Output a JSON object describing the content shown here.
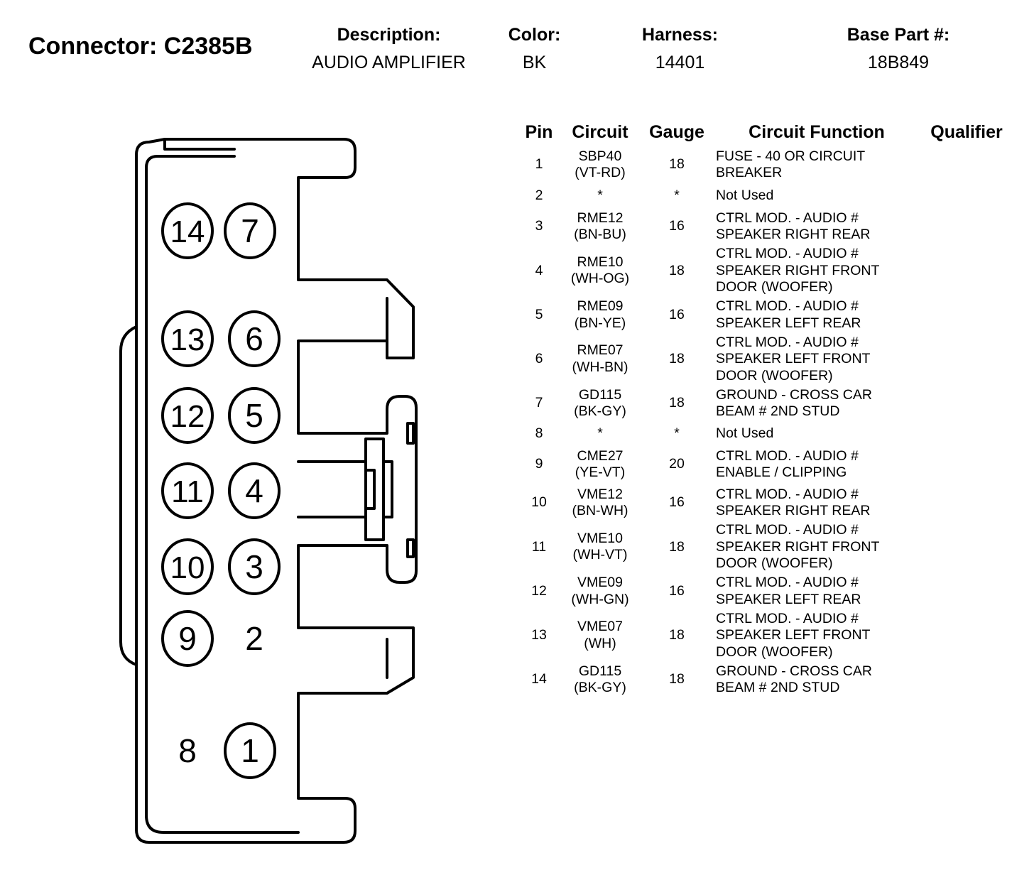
{
  "header": {
    "connector_title": "Connector: C2385B",
    "description_label": "Description:",
    "description_value": "AUDIO AMPLIFIER",
    "color_label": "Color:",
    "color_value": "BK",
    "harness_label": "Harness:",
    "harness_value": "14401",
    "base_part_label": "Base Part #:",
    "base_part_value": "18B849"
  },
  "table": {
    "columns": [
      "Pin",
      "Circuit",
      "Gauge",
      "Circuit Function",
      "Qualifier"
    ],
    "rows": [
      {
        "pin": "1",
        "circuit": "SBP40 (VT-RD)",
        "gauge": "18",
        "function": "FUSE - 40 OR CIRCUIT BREAKER",
        "qualifier": ""
      },
      {
        "pin": "2",
        "circuit": "*",
        "gauge": "*",
        "function": "Not Used",
        "qualifier": ""
      },
      {
        "pin": "3",
        "circuit": "RME12 (BN-BU)",
        "gauge": "16",
        "function": "CTRL MOD. - AUDIO # SPEAKER RIGHT REAR",
        "qualifier": ""
      },
      {
        "pin": "4",
        "circuit": "RME10 (WH-OG)",
        "gauge": "18",
        "function": "CTRL MOD. - AUDIO # SPEAKER RIGHT FRONT DOOR (WOOFER)",
        "qualifier": ""
      },
      {
        "pin": "5",
        "circuit": "RME09 (BN-YE)",
        "gauge": "16",
        "function": "CTRL MOD. - AUDIO # SPEAKER LEFT REAR",
        "qualifier": ""
      },
      {
        "pin": "6",
        "circuit": "RME07 (WH-BN)",
        "gauge": "18",
        "function": "CTRL MOD. - AUDIO # SPEAKER LEFT FRONT DOOR (WOOFER)",
        "qualifier": ""
      },
      {
        "pin": "7",
        "circuit": "GD115 (BK-GY)",
        "gauge": "18",
        "function": "GROUND - CROSS CAR BEAM # 2ND STUD",
        "qualifier": ""
      },
      {
        "pin": "8",
        "circuit": "*",
        "gauge": "*",
        "function": "Not Used",
        "qualifier": ""
      },
      {
        "pin": "9",
        "circuit": "CME27 (YE-VT)",
        "gauge": "20",
        "function": "CTRL MOD. - AUDIO # ENABLE / CLIPPING",
        "qualifier": ""
      },
      {
        "pin": "10",
        "circuit": "VME12 (BN-WH)",
        "gauge": "16",
        "function": "CTRL MOD. - AUDIO # SPEAKER RIGHT REAR",
        "qualifier": ""
      },
      {
        "pin": "11",
        "circuit": "VME10 (WH-VT)",
        "gauge": "18",
        "function": "CTRL MOD. - AUDIO # SPEAKER RIGHT FRONT DOOR (WOOFER)",
        "qualifier": ""
      },
      {
        "pin": "12",
        "circuit": "VME09 (WH-GN)",
        "gauge": "16",
        "function": "CTRL MOD. - AUDIO # SPEAKER LEFT REAR",
        "qualifier": ""
      },
      {
        "pin": "13",
        "circuit": "VME07 (WH)",
        "gauge": "18",
        "function": "CTRL MOD. - AUDIO # SPEAKER LEFT FRONT DOOR (WOOFER)",
        "qualifier": ""
      },
      {
        "pin": "14",
        "circuit": "GD115 (BK-GY)",
        "gauge": "18",
        "function": "GROUND - CROSS CAR BEAM # 2ND STUD",
        "qualifier": ""
      }
    ]
  },
  "diagram": {
    "pins": [
      {
        "label": "14",
        "circled": true
      },
      {
        "label": "7",
        "circled": true
      },
      {
        "label": "13",
        "circled": true
      },
      {
        "label": "6",
        "circled": true
      },
      {
        "label": "12",
        "circled": true
      },
      {
        "label": "5",
        "circled": true
      },
      {
        "label": "11",
        "circled": true
      },
      {
        "label": "4",
        "circled": true
      },
      {
        "label": "10",
        "circled": true
      },
      {
        "label": "3",
        "circled": true
      },
      {
        "label": "9",
        "circled": true
      },
      {
        "label": "2",
        "circled": false
      },
      {
        "label": "8",
        "circled": false
      },
      {
        "label": "1",
        "circled": true
      }
    ]
  }
}
